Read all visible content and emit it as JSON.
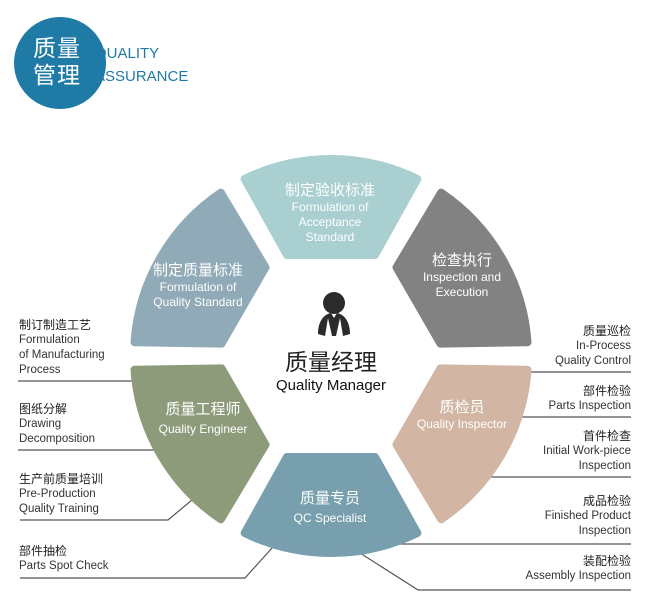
{
  "logo": {
    "cn_line1": "质量",
    "cn_line2": "管理",
    "en_line1": "QUALITY",
    "en_line2": "ASSURANCE",
    "color": "#1f7aa6"
  },
  "center": {
    "icon": "manager-person-icon",
    "cn": "质量经理",
    "en": "Quality Manager"
  },
  "segments": [
    {
      "id": "top",
      "cn": "制定验收标准",
      "en1": "Formulation of",
      "en2": "Acceptance",
      "en3": "Standard",
      "color": "#a9cfd1"
    },
    {
      "id": "upper-right",
      "cn": "检查执行",
      "en1": "Inspection and",
      "en2": "Execution",
      "color": "#828282"
    },
    {
      "id": "lower-right",
      "cn": "质检员",
      "en1": "Quality Inspector",
      "color": "#d2b6a3"
    },
    {
      "id": "bottom",
      "cn": "质量专员",
      "en1": "QC Specialist",
      "color": "#789fae"
    },
    {
      "id": "lower-left",
      "cn": "质量工程师",
      "en1": "Quality Engineer",
      "color": "#8d9b7b"
    },
    {
      "id": "upper-left",
      "cn": "制定质量标准",
      "en1": "Formulation of",
      "en2": "Quality Standard",
      "color": "#90aab8"
    }
  ],
  "left_labels": [
    {
      "cn": "制订制造工艺",
      "en1": "Formulation",
      "en2": "of Manufacturing",
      "en3": "Process"
    },
    {
      "cn": "图纸分解",
      "en1": "Drawing",
      "en2": "Decomposition"
    },
    {
      "cn": "生产前质量培训",
      "en1": "Pre-Production",
      "en2": "Quality Training"
    },
    {
      "cn": "部件抽检",
      "en1": "Parts Spot Check"
    }
  ],
  "right_labels": [
    {
      "cn": "质量巡检",
      "en1": "In-Process",
      "en2": "Quality Control"
    },
    {
      "cn": "部件检验",
      "en1": "Parts Inspection"
    },
    {
      "cn": "首件检查",
      "en1": "Initial Work-piece",
      "en2": "Inspection"
    },
    {
      "cn": "成品检验",
      "en1": "Finished Product",
      "en2": "Inspection"
    },
    {
      "cn": "装配检验",
      "en1": "Assembly Inspection"
    }
  ]
}
